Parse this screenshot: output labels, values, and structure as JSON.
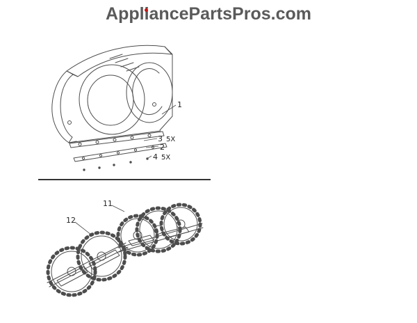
{
  "header": {
    "title": "AppliancePartsPros.com"
  },
  "parts": {
    "housing_label": "1",
    "scraper_label": "2",
    "bolt3_label": "3",
    "bolt3_qty": "5X",
    "bolt4_label": "4",
    "bolt4_qty": "5X",
    "auger_right_label": "11",
    "auger_left_label": "12"
  },
  "colors": {
    "line": "#4d4d4d",
    "logo_text": "#5a5a5a",
    "logo_dot": "#cc1111",
    "label_text": "#222222"
  }
}
